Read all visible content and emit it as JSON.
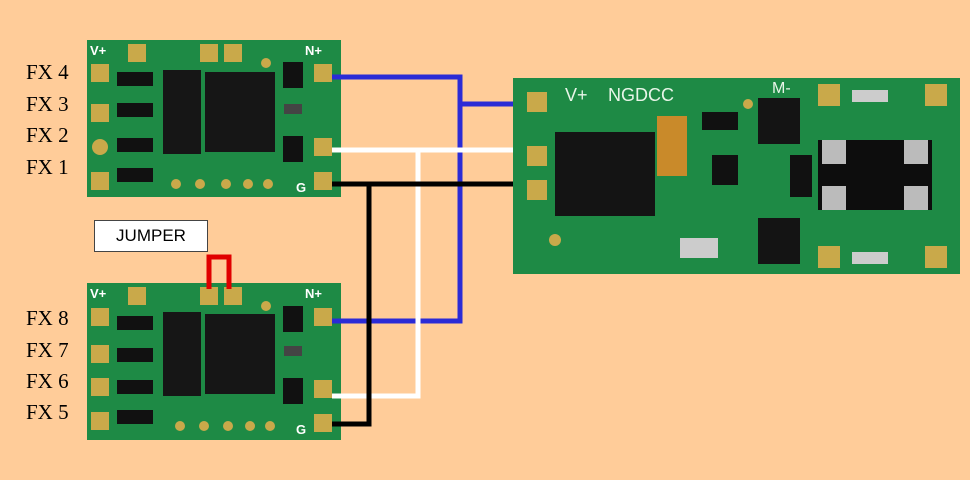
{
  "labels": {
    "fx4": "FX 4",
    "fx3": "FX 3",
    "fx2": "FX 2",
    "fx1": "FX 1",
    "fx8": "FX 8",
    "fx7": "FX 7",
    "fx6": "FX 6",
    "fx5": "FX 5",
    "jumper": "JUMPER"
  },
  "board_silkscreen": {
    "top_v_plus": "V+",
    "top_n_plus": "N+",
    "top_g": "G",
    "bottom_v_plus": "V+",
    "bottom_n_plus": "N+",
    "bottom_g": "G",
    "right_v_plus": "V+",
    "right_ngdcc": "NGDCC",
    "right_m_minus": "M-"
  },
  "colors": {
    "background": "#FFCC99",
    "pcb": "#1E8A45",
    "wire_blue": "#2B2BD6",
    "wire_white": "#FFFFFF",
    "wire_black": "#000000",
    "jumper_red": "#E00000"
  }
}
